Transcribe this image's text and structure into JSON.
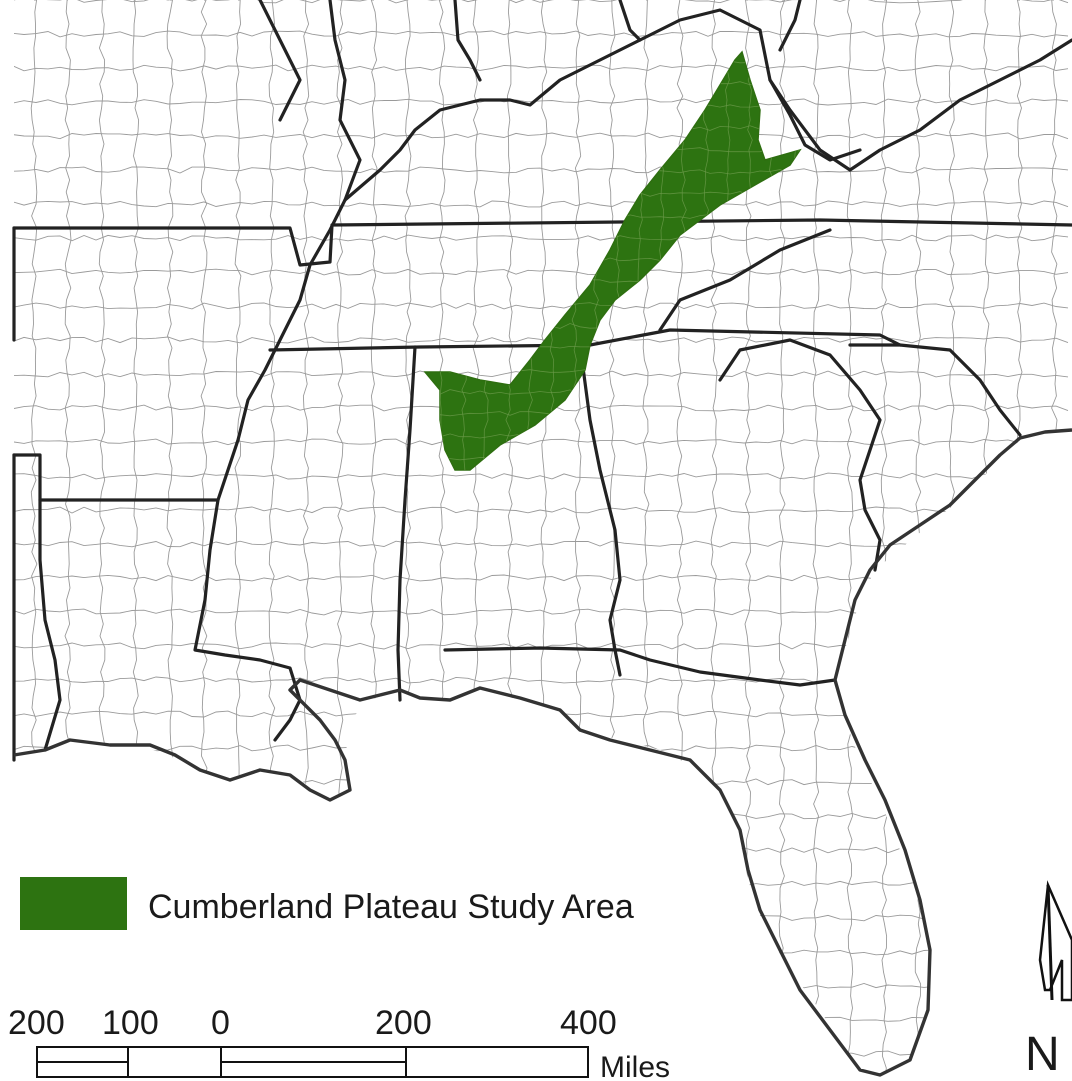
{
  "legend": {
    "swatch_color": "#2d7311",
    "label": "Cumberland Plateau Study Area"
  },
  "scale_bar": {
    "ticks": [
      "200",
      "100",
      "0",
      "200",
      "400"
    ],
    "unit": "Miles"
  },
  "north_arrow": {
    "letter": "N",
    "icon": "north-arrow-icon"
  },
  "colors": {
    "background": "#ffffff",
    "state_border": "#222222",
    "county_border": "#9a9a9a",
    "study_area": "#2d7311"
  }
}
